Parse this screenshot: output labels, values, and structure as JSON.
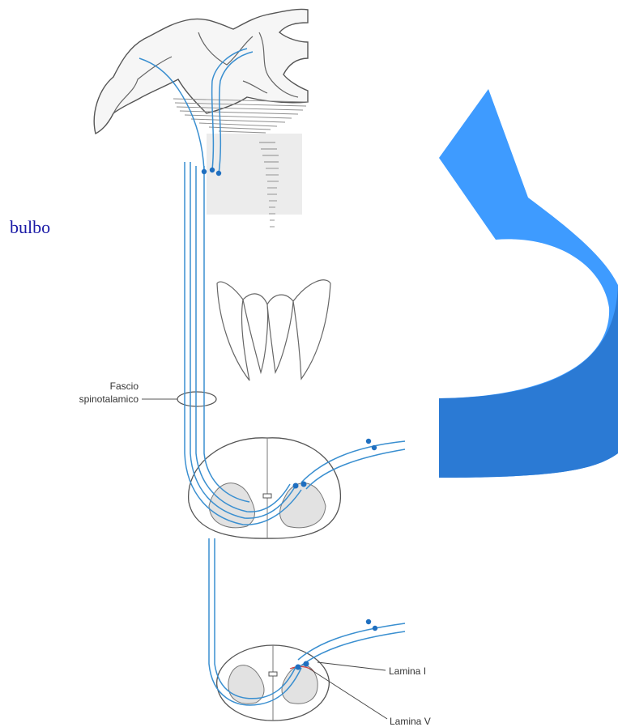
{
  "labels": {
    "bulbo": "bulbo",
    "fascio_line1": "Fascio",
    "fascio_line2": "spinotalamico",
    "lamina_1": "Lamina I",
    "lamina_2": "Lamina V"
  },
  "colors": {
    "pathway": "#3a8fd0",
    "neuron_dot": "#1f6fc0",
    "grey_matter": "#e2e2e2",
    "outline": "#555555",
    "arrow_light": "#3e9bff",
    "arrow_dark": "#2b7ad4",
    "bulbo_text": "#1a1aa6",
    "accent_red": "#d04040"
  }
}
